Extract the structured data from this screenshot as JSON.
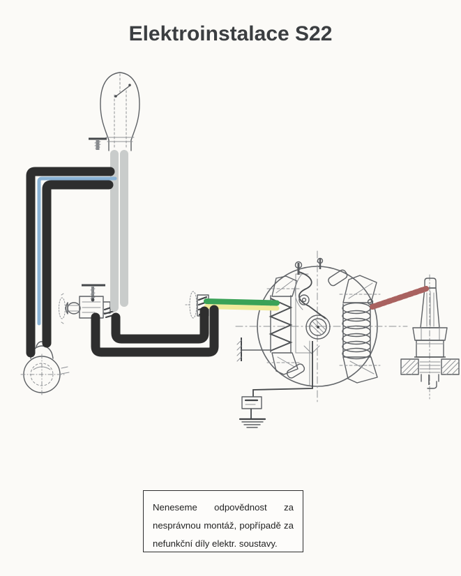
{
  "page": {
    "title": "Elektroinstalace S22",
    "background_color": "#fbfaf7",
    "title_color": "#3b3e41"
  },
  "disclaimer": {
    "text": "Neneseme odpovědnost za nesprávnou montáž, popřípadě za nefunkční díly elektr. soustavy.",
    "lines": [
      "Neneseme odpovědnost za",
      "nesprávnou montáž, popřípadě za",
      "nefunkční díly elektr. soustavy."
    ]
  },
  "diagram": {
    "components": {
      "bulb": "headlight-bulb",
      "switch": "handlebar-light-switch",
      "horn": "horn-bulb",
      "magneto": "flywheel-magneto-stator",
      "left_coil": "lighting-coil",
      "right_coil": "ignition-coil",
      "condenser": "condenser-to-ground",
      "spark_plug": "spark-plug-in-head"
    },
    "wire_colors": {
      "black": "#2e2e2e",
      "blue": "#8ab3d6",
      "gray": "#c9cccb",
      "green": "#3aa257",
      "yellow": "#f0ea9a",
      "red": "#c07f7b",
      "red_rib": "#a96260"
    },
    "sketch_color": "#5d6064"
  }
}
